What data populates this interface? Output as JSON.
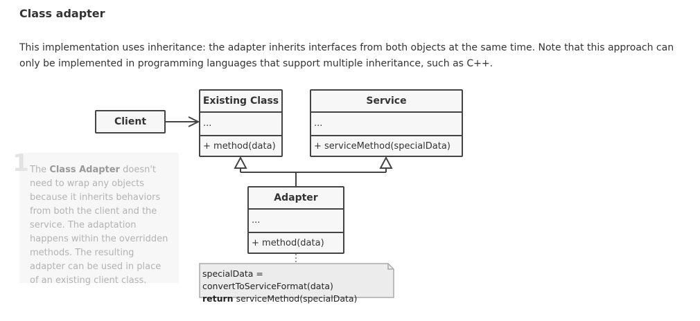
{
  "title": "Class adapter",
  "intro": "This implementation uses inheritance: the adapter inherits interfaces from both objects at the same time. Note that this approach can only be implemented in programming languages that support multiple inheritance, such as C++.",
  "diagram": {
    "client": {
      "label": "Client"
    },
    "existing_class": {
      "name": "Existing Class",
      "fields": "...",
      "method": "+ method(data)"
    },
    "service": {
      "name": "Service",
      "fields": "...",
      "method": "+ serviceMethod(specialData)"
    },
    "adapter": {
      "name": "Adapter",
      "fields": "...",
      "method": "+ method(data)"
    },
    "code_note": {
      "line1": "specialData = convertToServiceFormat(data)",
      "line2_keyword": "return",
      "line2_rest": " serviceMethod(specialData)"
    }
  },
  "annotation": {
    "number": "1",
    "text_before": "The ",
    "bold": "Class Adapter",
    "text_after": " doesn't need to wrap any objects because it inherits behaviors from both the client and the service. The adaptation happens within the overridden methods. The resulting adapter can be used in place of an existing client class."
  }
}
